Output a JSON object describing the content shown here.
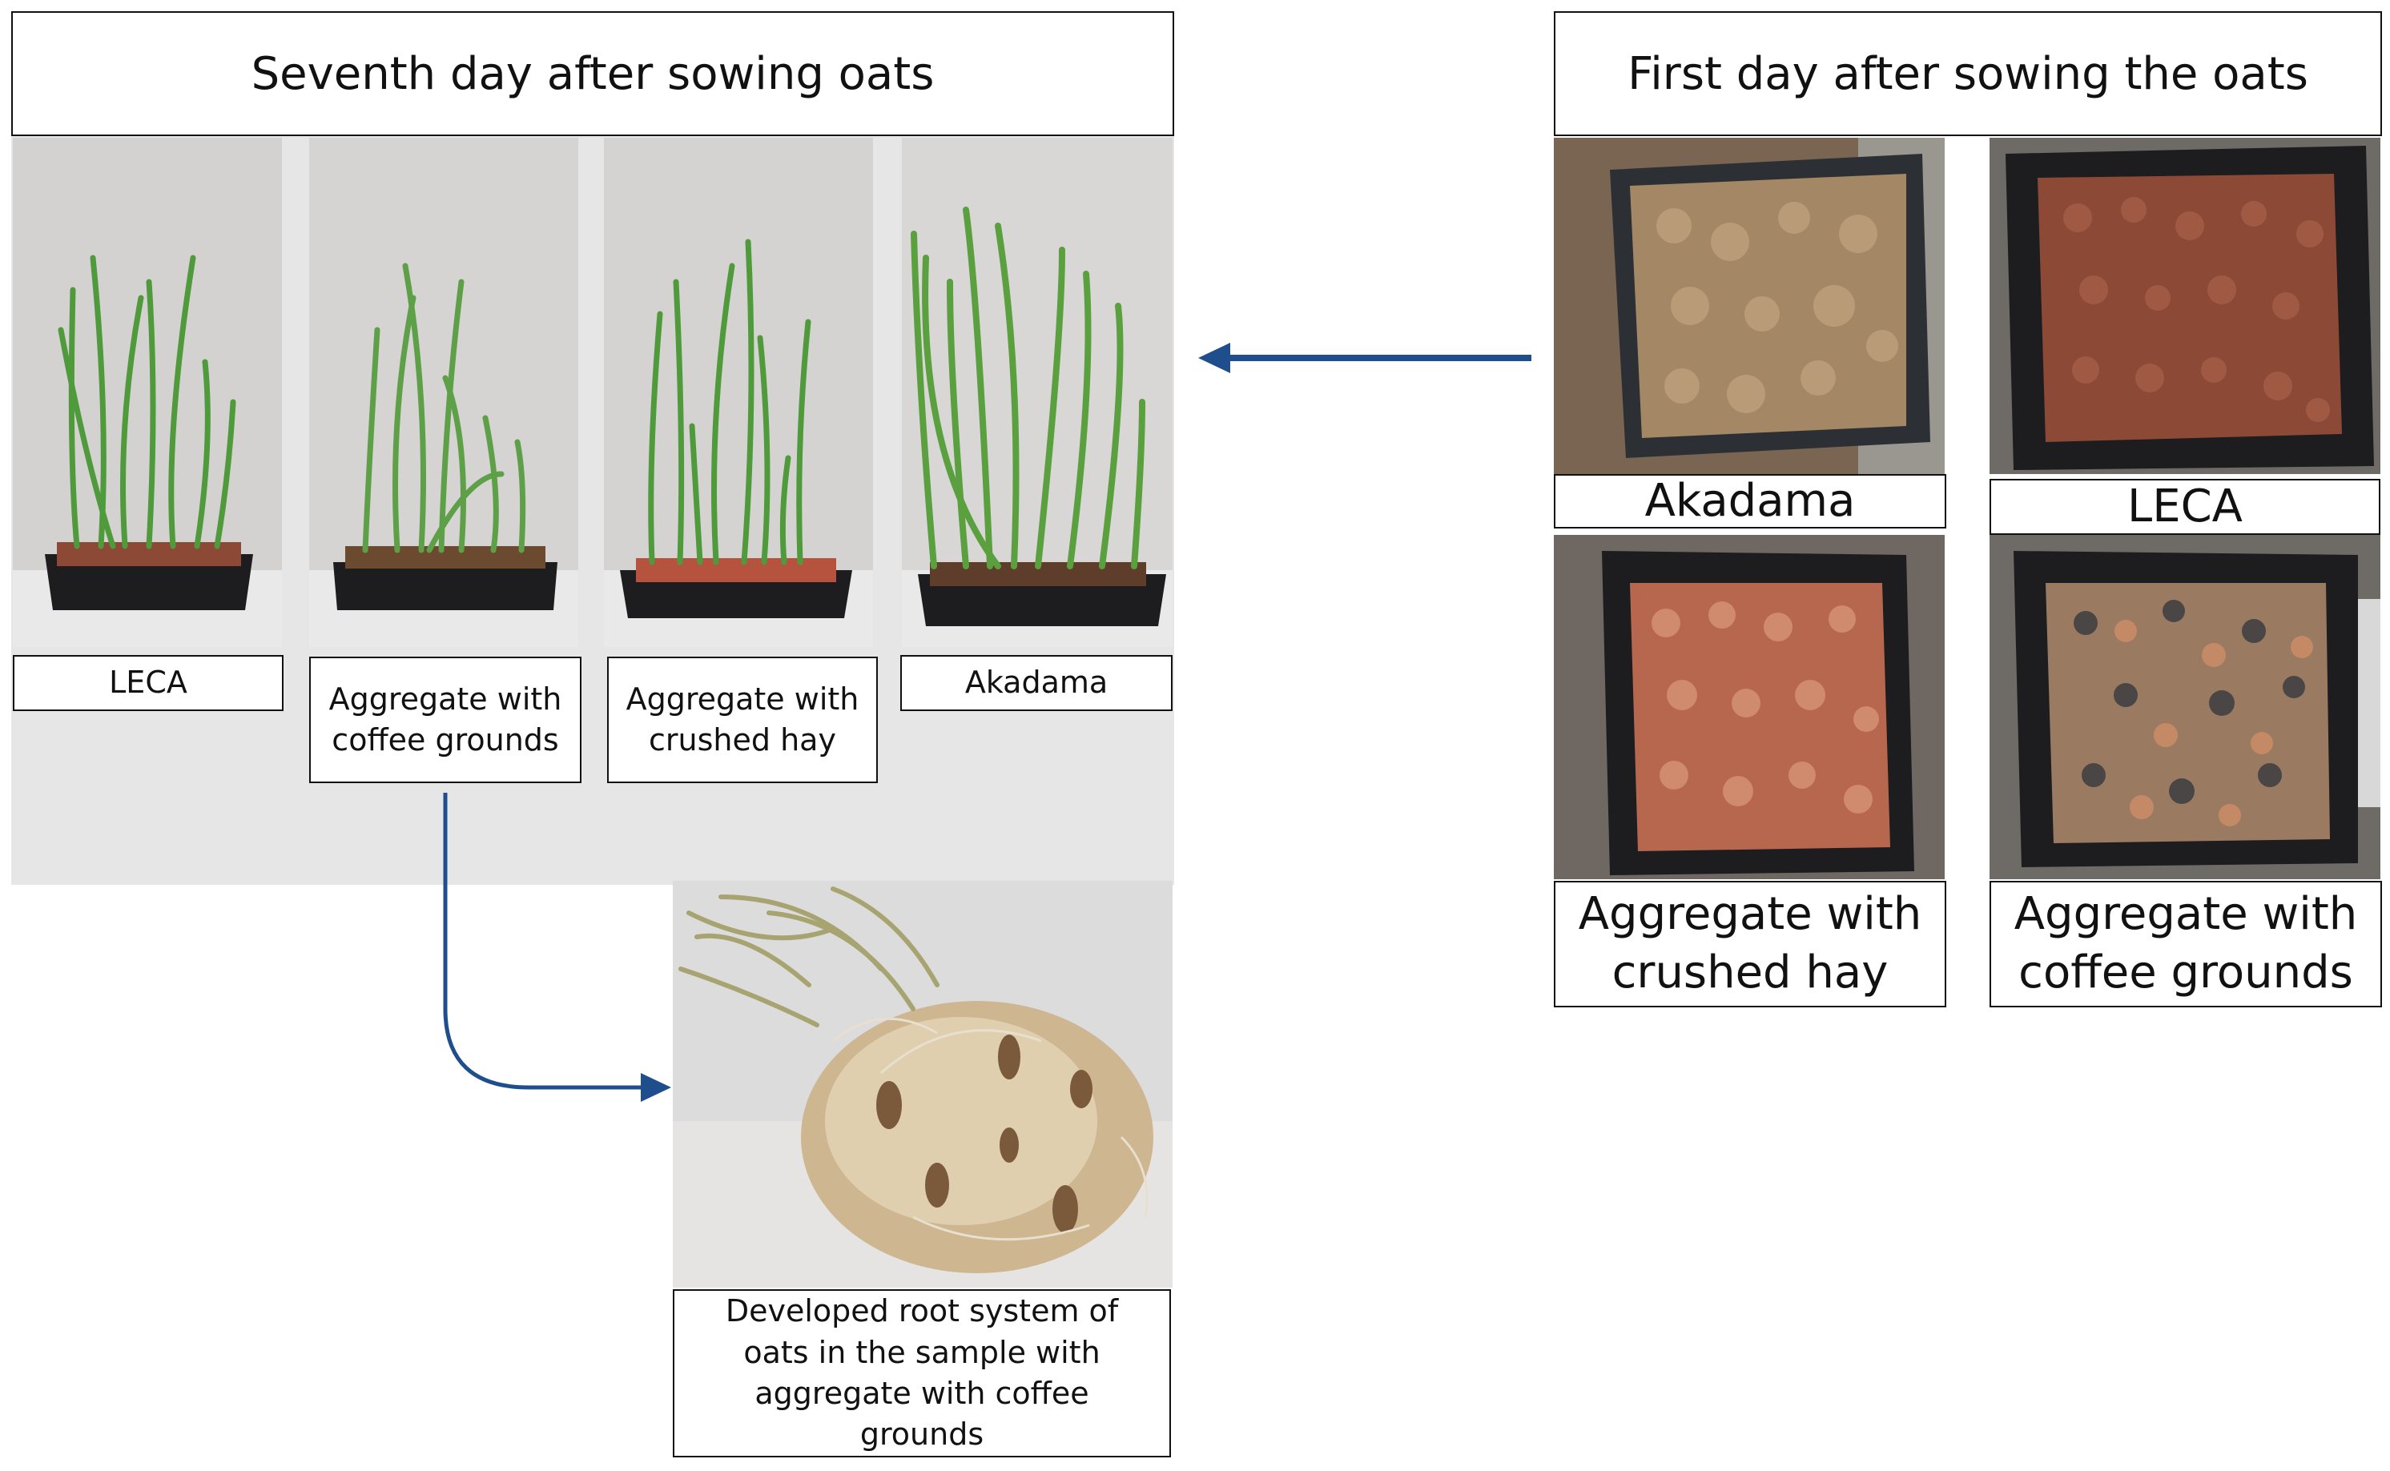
{
  "seventh_day": {
    "title": "Seventh day after sowing oats",
    "samples": [
      {
        "label": "LECA"
      },
      {
        "label": "Aggregate with coffee grounds"
      },
      {
        "label": "Aggregate with crushed hay"
      },
      {
        "label": "Akadama"
      }
    ]
  },
  "first_day": {
    "title": "First day after sowing the oats",
    "samples": [
      {
        "label": "Akadama"
      },
      {
        "label": "LECA"
      },
      {
        "label": "Aggregate with crushed hay"
      },
      {
        "label": "Aggregate with coffee grounds"
      }
    ]
  },
  "root_system": {
    "caption": "Developed root system of oats in the sample with aggregate with coffee grounds"
  },
  "colors": {
    "arrow": "#1f4e8c",
    "panel_bg": "#e6e6e6",
    "leaf_green": "#4f9a3a",
    "tray_black": "#1d1d1f",
    "leca_brown": "#8c4a36",
    "akadama_tan": "#a48765",
    "hay_orange": "#c07a5c"
  }
}
